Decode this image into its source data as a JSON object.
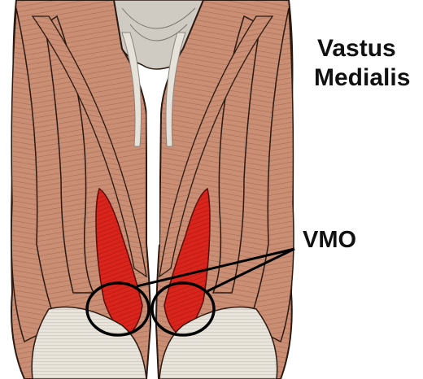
{
  "title": {
    "line1": "Vastus",
    "line2": "Medialis"
  },
  "callout": {
    "label": "VMO"
  },
  "colors": {
    "muscle": "#c98e74",
    "muscle_dark": "#8a5a45",
    "highlight": "#d9241c",
    "tendon": "#e6e1d9",
    "outline": "#2a1a12",
    "text": "#111111"
  }
}
